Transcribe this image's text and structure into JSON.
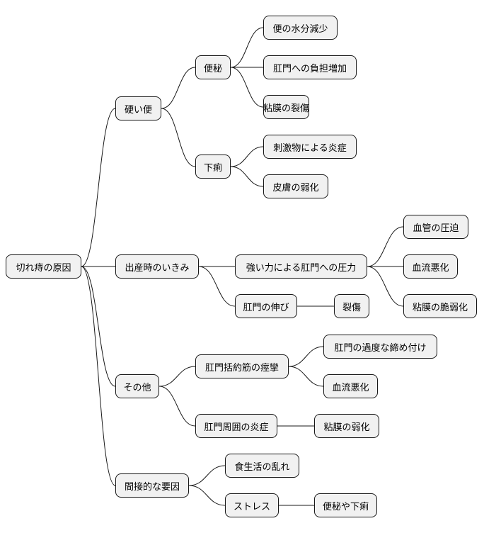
{
  "mindmap": {
    "root": {
      "label": "切れ痔の原因",
      "children": [
        {
          "label": "硬い便",
          "children": [
            {
              "label": "便秘",
              "children": [
                {
                  "label": "便の水分減少"
                },
                {
                  "label": "肛門への負担増加"
                },
                {
                  "label": "粘膜の裂傷"
                }
              ]
            },
            {
              "label": "下痢",
              "children": [
                {
                  "label": "刺激物による炎症"
                },
                {
                  "label": "皮膚の弱化"
                }
              ]
            }
          ]
        },
        {
          "label": "出産時のいきみ",
          "children": [
            {
              "label": "強い力による肛門への圧力",
              "children": [
                {
                  "label": "血管の圧迫"
                },
                {
                  "label": "血流悪化"
                },
                {
                  "label": "粘膜の脆弱化"
                }
              ]
            },
            {
              "label": "肛門の伸び",
              "children": [
                {
                  "label": "裂傷"
                }
              ]
            }
          ]
        },
        {
          "label": "その他",
          "children": [
            {
              "label": "肛門括約筋の痙攣",
              "children": [
                {
                  "label": "肛門の過度な締め付け"
                },
                {
                  "label": "血流悪化"
                }
              ]
            },
            {
              "label": "肛門周囲の炎症",
              "children": [
                {
                  "label": "粘膜の弱化"
                }
              ]
            }
          ]
        },
        {
          "label": "間接的な要因",
          "children": [
            {
              "label": "食生活の乱れ"
            },
            {
              "label": "ストレス",
              "children": [
                {
                  "label": "便秘や下痢"
                }
              ]
            }
          ]
        }
      ]
    }
  }
}
